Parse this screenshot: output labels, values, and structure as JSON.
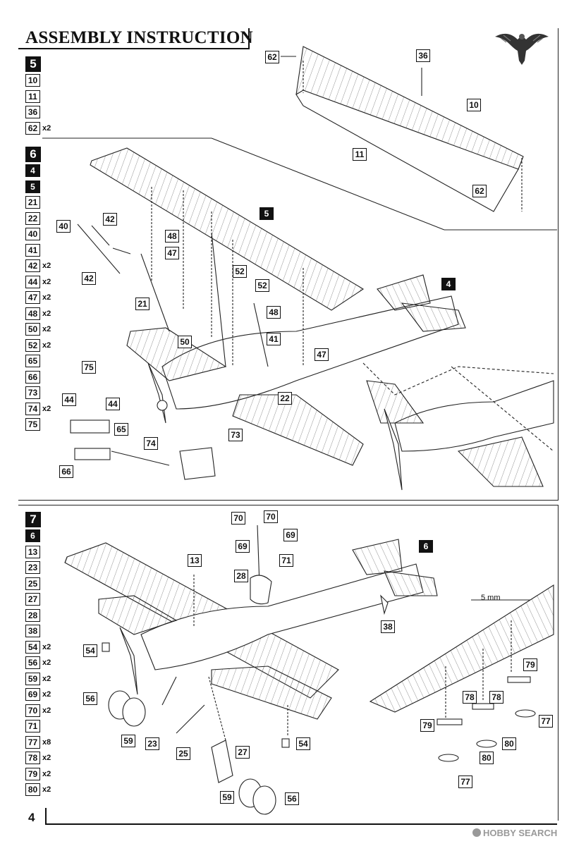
{
  "title": "ASSEMBLY INSTRUCTION",
  "page_number": "4",
  "watermark": "HOBBY SEARCH",
  "steps": [
    {
      "number": "5",
      "parts": [
        {
          "id": "10",
          "qty": ""
        },
        {
          "id": "11",
          "qty": ""
        },
        {
          "id": "36",
          "qty": ""
        },
        {
          "id": "62",
          "qty": "x2"
        }
      ]
    },
    {
      "number": "6",
      "parts": [
        {
          "id": "4",
          "qty": "",
          "sub": true
        },
        {
          "id": "5",
          "qty": "",
          "sub": true
        },
        {
          "id": "21",
          "qty": ""
        },
        {
          "id": "22",
          "qty": ""
        },
        {
          "id": "40",
          "qty": ""
        },
        {
          "id": "41",
          "qty": ""
        },
        {
          "id": "42",
          "qty": "x2"
        },
        {
          "id": "44",
          "qty": "x2"
        },
        {
          "id": "47",
          "qty": "x2"
        },
        {
          "id": "48",
          "qty": "x2"
        },
        {
          "id": "50",
          "qty": "x2"
        },
        {
          "id": "52",
          "qty": "x2"
        },
        {
          "id": "65",
          "qty": ""
        },
        {
          "id": "66",
          "qty": ""
        },
        {
          "id": "73",
          "qty": ""
        },
        {
          "id": "74",
          "qty": "x2"
        },
        {
          "id": "75",
          "qty": ""
        }
      ]
    },
    {
      "number": "7",
      "parts": [
        {
          "id": "6",
          "qty": "",
          "sub": true
        },
        {
          "id": "13",
          "qty": ""
        },
        {
          "id": "23",
          "qty": ""
        },
        {
          "id": "25",
          "qty": ""
        },
        {
          "id": "27",
          "qty": ""
        },
        {
          "id": "28",
          "qty": ""
        },
        {
          "id": "38",
          "qty": ""
        },
        {
          "id": "54",
          "qty": "x2"
        },
        {
          "id": "56",
          "qty": "x2"
        },
        {
          "id": "59",
          "qty": "x2"
        },
        {
          "id": "69",
          "qty": "x2"
        },
        {
          "id": "70",
          "qty": "x2"
        },
        {
          "id": "71",
          "qty": ""
        },
        {
          "id": "77",
          "qty": "x8"
        },
        {
          "id": "78",
          "qty": "x2"
        },
        {
          "id": "79",
          "qty": "x2"
        },
        {
          "id": "80",
          "qty": "x2"
        }
      ]
    }
  ],
  "callouts": {
    "s5": [
      "62",
      "36",
      "10",
      "11",
      "62"
    ],
    "s6": [
      "5",
      "4",
      "40",
      "42",
      "42",
      "48",
      "47",
      "52",
      "52",
      "48",
      "21",
      "50",
      "41",
      "47",
      "22",
      "75",
      "44",
      "44",
      "65",
      "74",
      "73",
      "66"
    ],
    "s7": [
      "70",
      "70",
      "69",
      "69",
      "71",
      "6",
      "13",
      "28",
      "38",
      "54",
      "56",
      "59",
      "23",
      "25",
      "27",
      "54",
      "59",
      "56",
      "79",
      "78",
      "78",
      "79",
      "77",
      "80",
      "80",
      "77"
    ]
  },
  "measure_note": "5 mm"
}
